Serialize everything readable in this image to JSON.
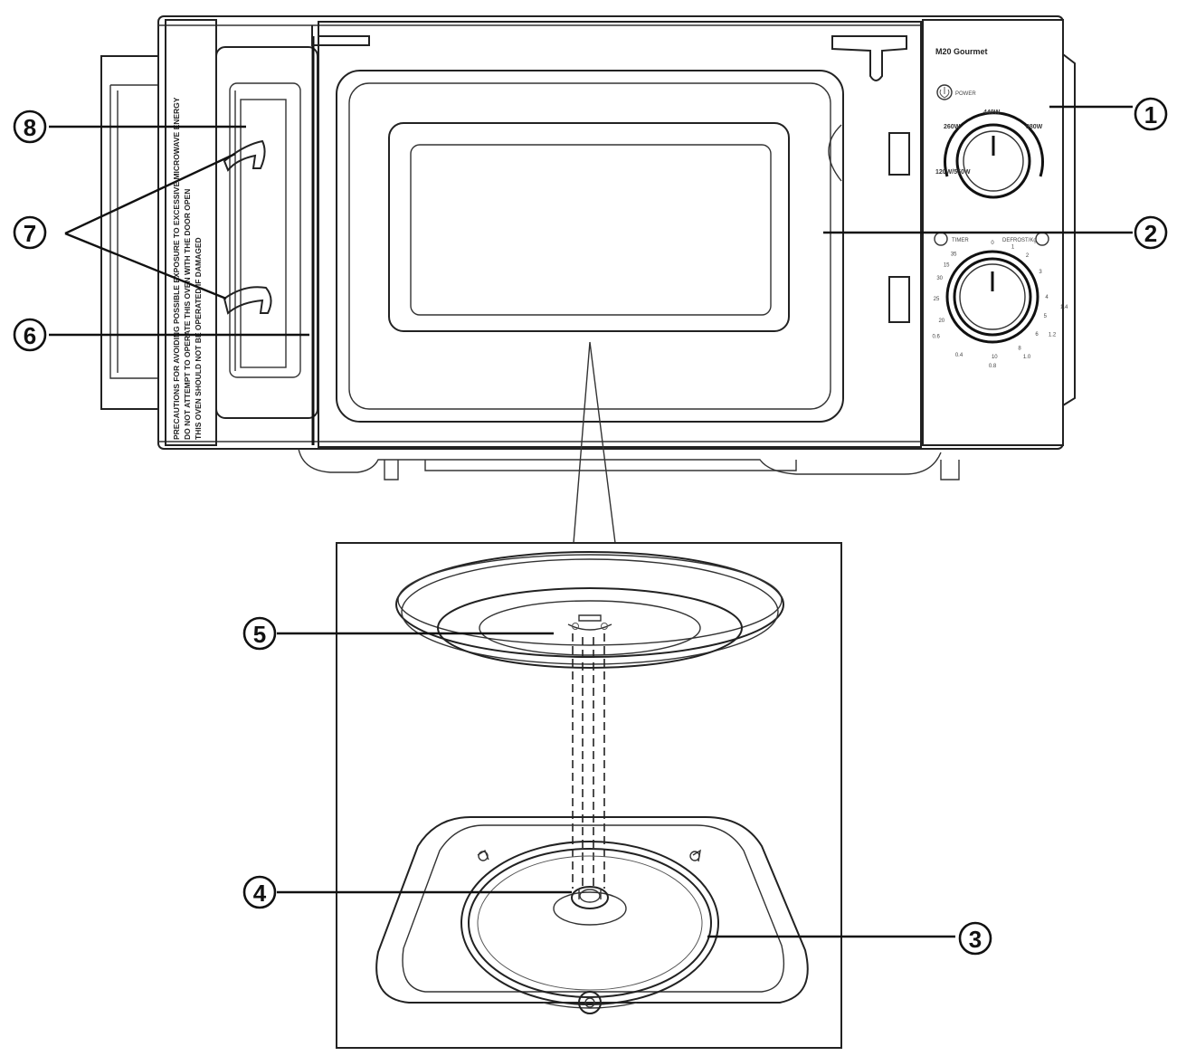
{
  "panel": {
    "model": "M20 Gourmet",
    "power_label": "POWER",
    "timer_label": "TIMER",
    "defrost_label": "DEFROST/Kg"
  },
  "power_dial": {
    "labels": [
      "120W/550W",
      "260W",
      "440W",
      "880W"
    ]
  },
  "timer_dial": {
    "labels": [
      "0",
      "1",
      "2",
      "3",
      "4",
      "5",
      "6",
      "8",
      "10",
      "15",
      "20",
      "25",
      "30",
      "35",
      "0.4",
      "0.6",
      "0.8",
      "1.0",
      "1.2",
      "1.4"
    ]
  },
  "door_warning": {
    "lines": [
      "PRECAUTIONS FOR AVOIDING POSSIBLE EXPOSURE TO EXCESSIVE MICROWAVE ENERGY",
      "DO NOT ATTEMPT TO OPERATE THIS OVEN WITH THE DOOR OPEN",
      "THIS OVEN SHOULD NOT BE OPERATED IF DAMAGED"
    ]
  },
  "callouts": [
    {
      "number": "1"
    },
    {
      "number": "2"
    },
    {
      "number": "3"
    },
    {
      "number": "4"
    },
    {
      "number": "5"
    },
    {
      "number": "6"
    },
    {
      "number": "7"
    },
    {
      "number": "8"
    }
  ]
}
